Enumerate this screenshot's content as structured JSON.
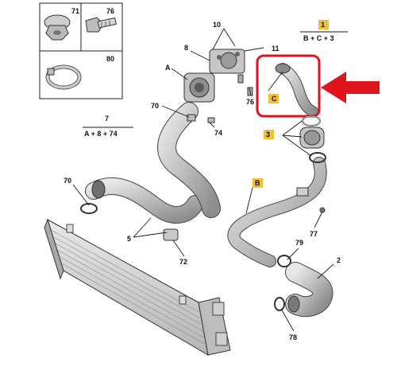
{
  "inset": {
    "cells": [
      {
        "number": "71",
        "icon": "nut-icon"
      },
      {
        "number": "76",
        "icon": "bolt-icon"
      },
      {
        "number": "80",
        "icon": "hose-clamp-icon"
      }
    ]
  },
  "callouts": {
    "n1": "1",
    "n2": "2",
    "n3": "3",
    "n5": "5",
    "n7": "7",
    "n8": "8",
    "n10": "10",
    "n11": "11",
    "n70a": "70",
    "n70b": "70",
    "n72": "72",
    "n74": "74",
    "n76": "76",
    "n77": "77",
    "n78": "78",
    "n79": "79",
    "A": "A",
    "B": "B",
    "C": "C"
  },
  "formulas": {
    "group1": "B + C + 3",
    "group7": "A + 8 + 74"
  },
  "colors": {
    "highlight_box": "#e0141c",
    "arrow": "#e0141c",
    "tag_fill": "#f3bf3a",
    "line": "#1a1a1a",
    "part_fill": "#cfcfcf",
    "part_shade": "#9a9a9a"
  },
  "highlight": {
    "target": "C",
    "arrow_icon": "arrow-left-icon"
  }
}
